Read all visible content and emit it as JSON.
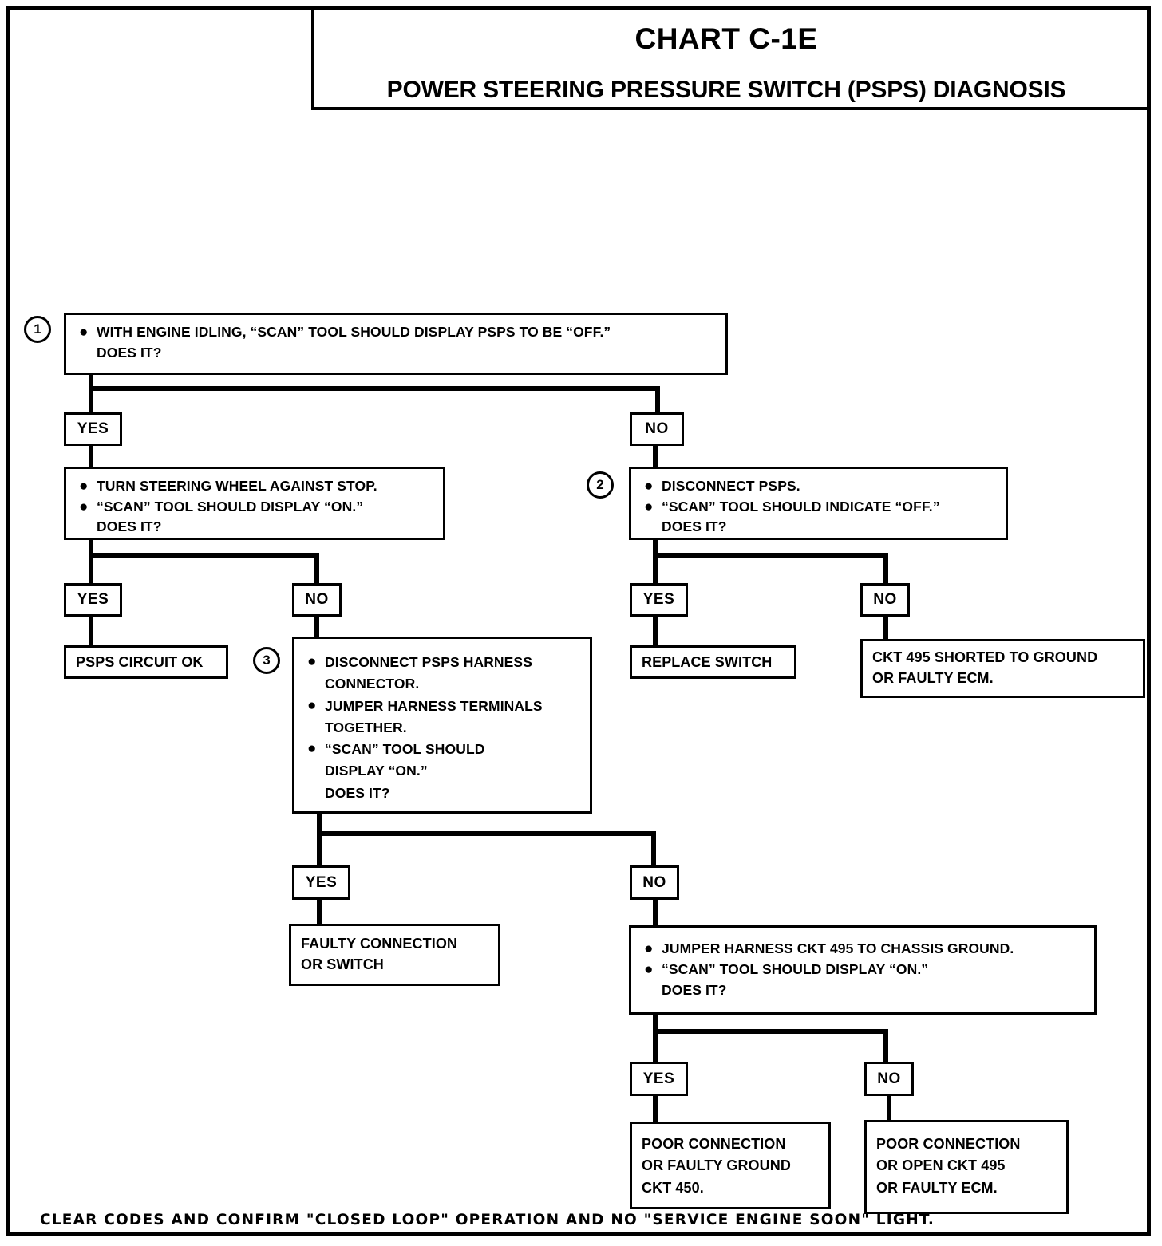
{
  "header": {
    "chart_id": "CHART C-1E",
    "chart_title": "POWER STEERING PRESSURE SWITCH (PSPS) DIAGNOSIS"
  },
  "labels": {
    "yes": "YES",
    "no": "NO",
    "step_1": "1",
    "step_2": "2",
    "step_3": "3",
    "bullet": "●"
  },
  "nodes": {
    "step1": {
      "number": "1",
      "lines": [
        "WITH ENGINE IDLING, “SCAN” TOOL SHOULD DISPLAY PSPS TO BE “OFF.”",
        "DOES IT?"
      ]
    },
    "step1_yes_box": {
      "lines": [
        "TURN STEERING WHEEL AGAINST STOP.",
        "“SCAN” TOOL SHOULD DISPLAY “ON.”",
        "DOES IT?"
      ]
    },
    "step2": {
      "number": "2",
      "lines": [
        "DISCONNECT PSPS.",
        "“SCAN” TOOL SHOULD INDICATE “OFF.”",
        "DOES IT?"
      ]
    },
    "psps_circuit_ok": {
      "text": "PSPS CIRCUIT OK"
    },
    "step3": {
      "number": "3",
      "lines": [
        "DISCONNECT PSPS HARNESS",
        "CONNECTOR.",
        "JUMPER HARNESS TERMINALS",
        "TOGETHER.",
        "“SCAN” TOOL SHOULD",
        "DISPLAY “ON.”",
        "DOES IT?"
      ]
    },
    "replace_switch": {
      "text": "REPLACE SWITCH"
    },
    "ckt495_shorted": {
      "line1": "CKT 495 SHORTED TO GROUND",
      "line2": "OR FAULTY ECM."
    },
    "faulty_connection_or_switch": {
      "line1": "FAULTY CONNECTION",
      "line2": "OR  SWITCH"
    },
    "step4": {
      "lines": [
        "JUMPER HARNESS CKT 495 TO CHASSIS GROUND.",
        "“SCAN” TOOL SHOULD DISPLAY “ON.”",
        "DOES IT?"
      ]
    },
    "poor_connection_ground": {
      "line1": "POOR CONNECTION",
      "line2": "OR FAULTY GROUND",
      "line3": "CKT 450."
    },
    "poor_connection_open": {
      "line1": "POOR CONNECTION",
      "line2": "OR OPEN CKT 495",
      "line3": "OR FAULTY ECM."
    }
  },
  "footer": {
    "note": "CLEAR CODES AND CONFIRM \"CLOSED LOOP\" OPERATION AND NO \"SERVICE ENGINE SOON\" LIGHT."
  },
  "colors": {
    "ink": "#000000",
    "paper": "#ffffff"
  }
}
